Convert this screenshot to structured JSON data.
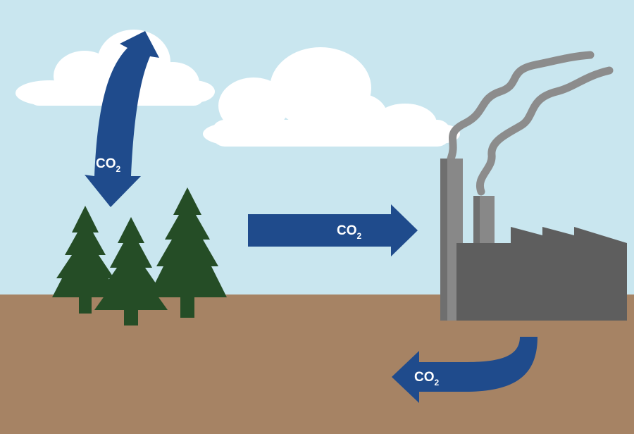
{
  "colors": {
    "sky": "#c9e6ef",
    "ground": "#a68364",
    "cloud": "#ffffff",
    "arrow": "#1f4b8c",
    "tree": "#254d26",
    "factory_front": "#5e5e5e",
    "factory_side": "#888888",
    "smoke": "#8c8c8c"
  },
  "labels": {
    "down_arrow": {
      "main": "CO",
      "sub": "2"
    },
    "right_arrow": {
      "main": "CO",
      "sub": "2"
    },
    "ground_arrow": {
      "main": "CO",
      "sub": "2"
    }
  },
  "icons": [
    "cloud-icon",
    "tree-icon",
    "factory-icon",
    "smoke-icon",
    "arrow-icon"
  ]
}
